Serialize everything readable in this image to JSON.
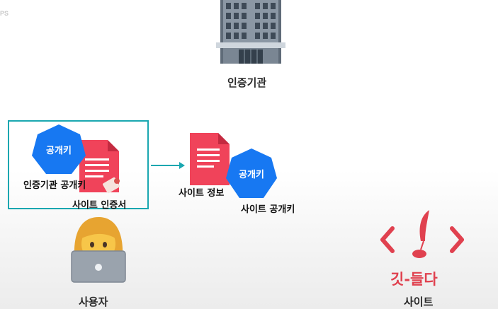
{
  "corner_text": "PS",
  "authority": {
    "label": "인증기관"
  },
  "certificate": {
    "public_key_badge": "공개키",
    "authority_public_key_label": "인증기관 공개키",
    "site_certificate_label": "사이트 인증서"
  },
  "site_bundle": {
    "site_info_label": "사이트 정보",
    "public_key_badge": "공개키",
    "site_public_key_label": "사이트 공개키"
  },
  "user": {
    "label": "사용자"
  },
  "site": {
    "brand_text": "깃-들다",
    "label": "사이트"
  },
  "colors": {
    "document": "#f0435a",
    "key_badge": "#1778f2",
    "highlight_border": "#1aa7b0",
    "brand": "#e0414f"
  }
}
